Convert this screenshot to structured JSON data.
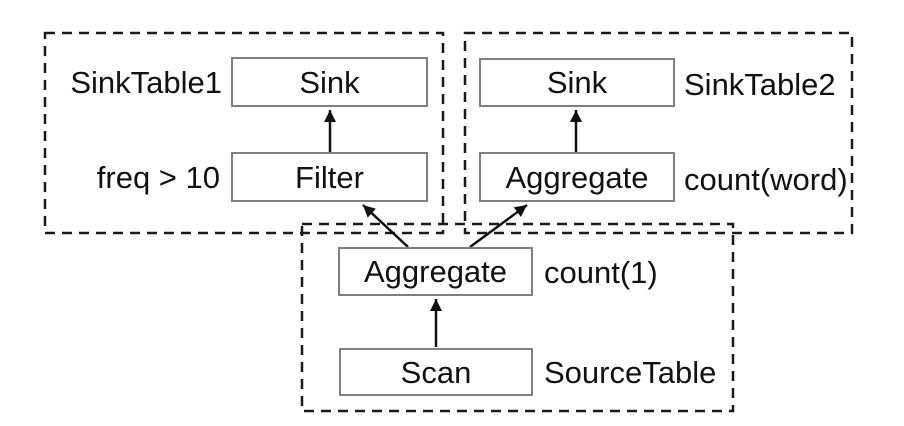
{
  "diagram": {
    "nodes": {
      "sink1": {
        "label": "Sink",
        "annotation": "SinkTable1",
        "annotation_side": "left"
      },
      "filter": {
        "label": "Filter",
        "annotation": "freq > 10",
        "annotation_side": "left"
      },
      "sink2": {
        "label": "Sink",
        "annotation": "SinkTable2",
        "annotation_side": "right"
      },
      "agg2": {
        "label": "Aggregate",
        "annotation": "count(word)",
        "annotation_side": "right"
      },
      "agg1": {
        "label": "Aggregate",
        "annotation": "count(1)",
        "annotation_side": "right"
      },
      "scan": {
        "label": "Scan",
        "annotation": "SourceTable",
        "annotation_side": "right"
      }
    },
    "groups": [
      {
        "name": "sink-table1-group",
        "contains": [
          "sink1",
          "filter"
        ]
      },
      {
        "name": "sink-table2-group",
        "contains": [
          "sink2",
          "agg2"
        ]
      },
      {
        "name": "source-table-group",
        "contains": [
          "agg1",
          "scan"
        ]
      }
    ],
    "edges": [
      {
        "from": "filter",
        "to": "sink1"
      },
      {
        "from": "agg2",
        "to": "sink2"
      },
      {
        "from": "agg1",
        "to": "filter"
      },
      {
        "from": "agg1",
        "to": "agg2"
      },
      {
        "from": "scan",
        "to": "agg1"
      }
    ],
    "colors": {
      "background": "#ffffff",
      "node_border": "#7f7f7f",
      "group_border": "#1a1a1a",
      "text": "#111111",
      "arrow": "#111111"
    }
  }
}
